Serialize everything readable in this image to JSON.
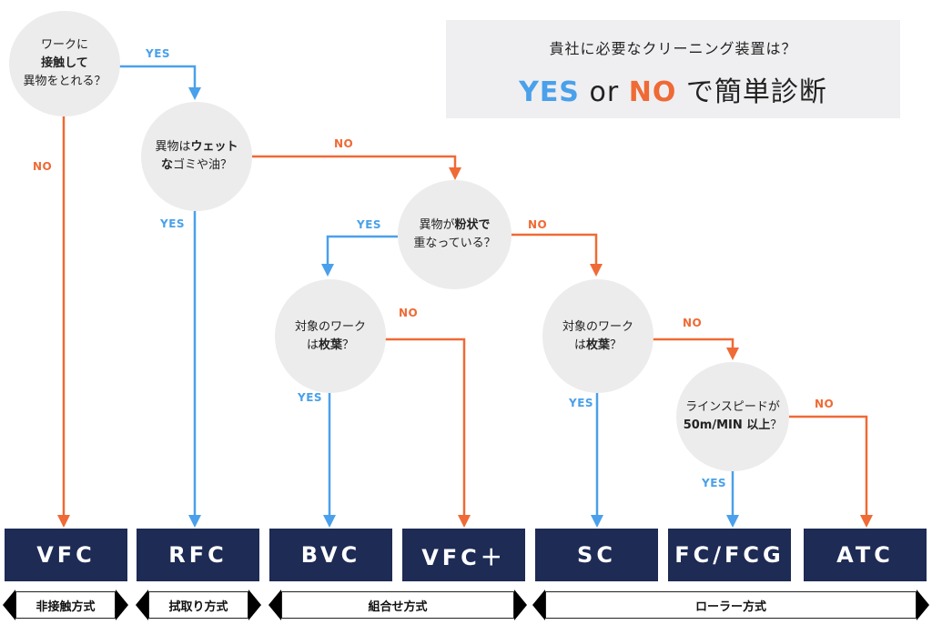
{
  "header": {
    "subtitle": "貴社に必要なクリーニング装置は？",
    "yes": "YES",
    "or": "or",
    "no": "NO",
    "tail": "で簡単診断"
  },
  "questions": {
    "q1": {
      "l1a": "ワークに",
      "l2b": "接触して",
      "l3a": "異物をとれる？"
    },
    "q2": {
      "l1a": "異物は",
      "l1b": "ウェット",
      "l2b": "な",
      "l2a": "ゴミや油？"
    },
    "q3": {
      "l1a": "異物が",
      "l1b": "粉状で",
      "l2a": "重なっている？"
    },
    "q4": {
      "l1a": "対象のワーク",
      "l2a": "は",
      "l2b": "枚葉",
      "l2c": "？"
    },
    "q5": {
      "l1a": "対象のワーク",
      "l2a": "は",
      "l2b": "枚葉",
      "l2c": "？"
    },
    "q6": {
      "l1a": "ラインスピードが",
      "l2b": "50m/MIN 以上",
      "l2c": "？"
    }
  },
  "labels": {
    "yes": "YES",
    "no": "NO"
  },
  "results": [
    "VFC",
    "RFC",
    "BVC",
    "VFC＋",
    "SC",
    "FC/FCG",
    "ATC"
  ],
  "categories": [
    "非接触方式",
    "拭取り方式",
    "組合せ方式",
    "ローラー方式"
  ],
  "colors": {
    "yes": "#4aa0ea",
    "no": "#ef6a35",
    "result_bg": "#1d2b55",
    "question_bg": "#ececec"
  }
}
